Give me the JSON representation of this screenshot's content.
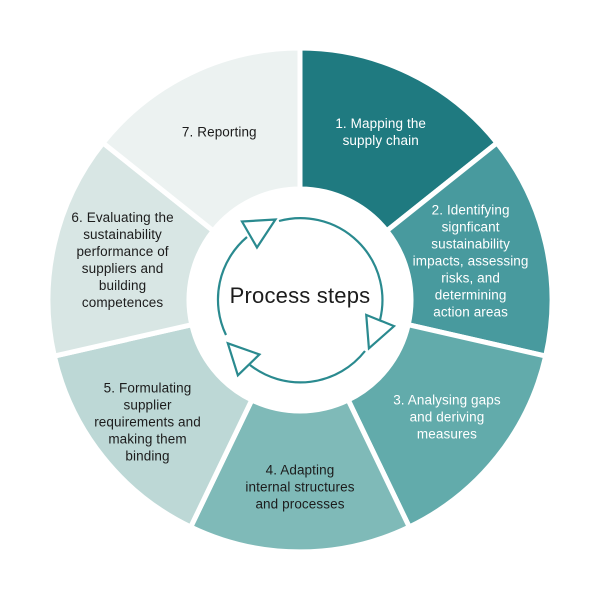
{
  "diagram_title": "Process steps",
  "center": {
    "label": "Process steps"
  },
  "colors": {
    "arrow": "#2a8a8f",
    "gap": "#ffffff",
    "background": "#ffffff",
    "dark_text": "#1c1c1c",
    "light_text": "#ffffff"
  },
  "segments": [
    {
      "id": 1,
      "label": "1. Mapping the\nsupply chain",
      "color": "#1f7a80",
      "text_color": "#ffffff"
    },
    {
      "id": 2,
      "label": "2. Identifying\nsignficant\nsustainability\nimpacts, assessing\nrisks, and\ndetermining\naction areas",
      "color": "#489a9e",
      "text_color": "#ffffff"
    },
    {
      "id": 3,
      "label": "3. Analysing gaps\nand deriving\nmeasures",
      "color": "#62abab",
      "text_color": "#ffffff"
    },
    {
      "id": 4,
      "label": "4. Adapting\ninternal structures\nand processes",
      "color": "#7fbab8",
      "text_color": "#1c1c1c"
    },
    {
      "id": 5,
      "label": "5. Formulating\nsupplier\nrequirements and\nmaking them\nbinding",
      "color": "#bdd8d6",
      "text_color": "#1c1c1c"
    },
    {
      "id": 6,
      "label": "6. Evaluating the\nsustainability\nperformance of\nsuppliers and\nbuilding\ncompetences",
      "color": "#d8e6e4",
      "text_color": "#1c1c1c"
    },
    {
      "id": 7,
      "label": "7. Reporting",
      "color": "#ecf2f1",
      "text_color": "#1c1c1c"
    }
  ]
}
